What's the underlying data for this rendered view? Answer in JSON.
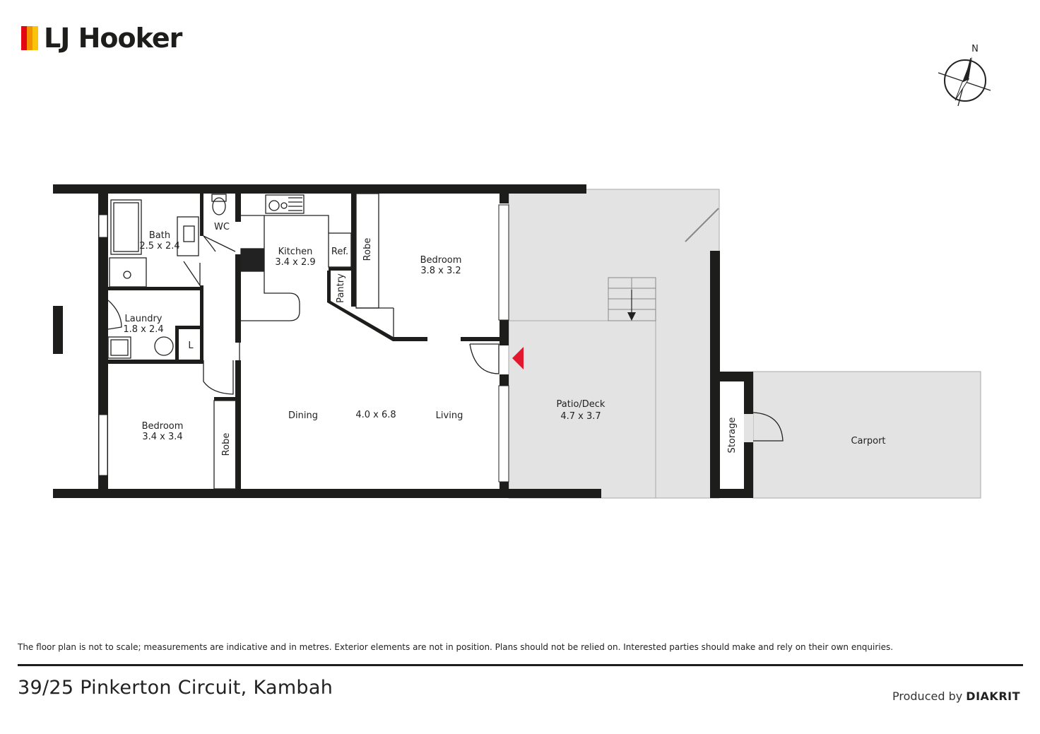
{
  "brand": {
    "name": "LJ Hooker",
    "bar_colors": [
      "#e30613",
      "#f39200",
      "#fcc30b"
    ]
  },
  "compass": {
    "north_label": "N"
  },
  "rooms": {
    "bath": {
      "name": "Bath",
      "size": "2.5 x 2.4"
    },
    "wc": {
      "name": "WC"
    },
    "kitchen": {
      "name": "Kitchen",
      "size": "3.4 x 2.9"
    },
    "ref": {
      "name": "Ref."
    },
    "pantry": {
      "name": "Pantry"
    },
    "robe_top": {
      "name": "Robe"
    },
    "bedroom_top": {
      "name": "Bedroom",
      "size": "3.8 x 3.2"
    },
    "laundry": {
      "name": "Laundry",
      "size": "1.8 x 2.4"
    },
    "linen": {
      "name": "L"
    },
    "bedroom_bottom": {
      "name": "Bedroom",
      "size": "3.4 x 3.4"
    },
    "robe_bottom": {
      "name": "Robe"
    },
    "dining": {
      "name": "Dining"
    },
    "living_size": {
      "size": "4.0 x 6.8"
    },
    "living": {
      "name": "Living"
    },
    "patio": {
      "name": "Patio/Deck",
      "size": "4.7 x 3.7"
    },
    "storage": {
      "name": "Storage"
    },
    "carport": {
      "name": "Carport"
    }
  },
  "colors": {
    "wall": "#1d1d1b",
    "outdoor_fill": "#e3e3e3",
    "entrance_marker": "#e3172d"
  },
  "footer": {
    "disclaimer": "The floor plan is not to scale; measurements are indicative and in metres. Exterior elements are not in position. Plans should not be relied on. Interested parties should make and rely on their own enquiries.",
    "address": "39/25 Pinkerton Circuit, Kambah",
    "produced_prefix": "Produced by",
    "produced_brand": "DIAKRIT"
  }
}
